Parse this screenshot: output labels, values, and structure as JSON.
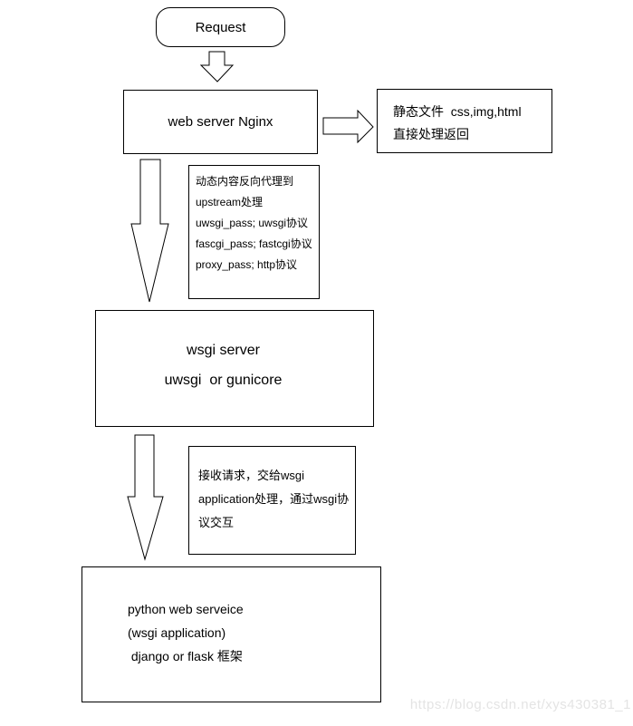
{
  "colors": {
    "line": "#000000",
    "text": "#000000",
    "background": "#ffffff",
    "watermark": "#e4e4e4"
  },
  "diagram": {
    "request": {
      "label": "Request"
    },
    "web_server": {
      "label": "web server Nginx"
    },
    "static_files_note": {
      "lines": [
        "静态文件  css,img,html",
        "直接处理返回"
      ]
    },
    "proxy_note": {
      "lines": [
        "动态内容反向代理到",
        "upstream处理",
        "uwsgi_pass; uwsgi协议",
        "fascgi_pass; fastcgi协议",
        "proxy_pass; http协议"
      ]
    },
    "wsgi_server": {
      "lines": [
        "wsgi server",
        "uwsgi  or gunicore"
      ]
    },
    "wsgi_note": {
      "lines": [
        "接收请求，交给wsgi",
        "application处理，通过wsgi协",
        "议交互"
      ]
    },
    "python_service": {
      "lines": [
        "python web serveice",
        "(wsgi application)",
        " django or flask 框架"
      ]
    }
  },
  "icons": {
    "down-arrow-icon": "hollow outline arrow pointing down",
    "right-arrow-icon": "hollow outline arrow pointing right"
  },
  "watermark": {
    "text": "https://blog.csdn.net/xys430381_1"
  }
}
